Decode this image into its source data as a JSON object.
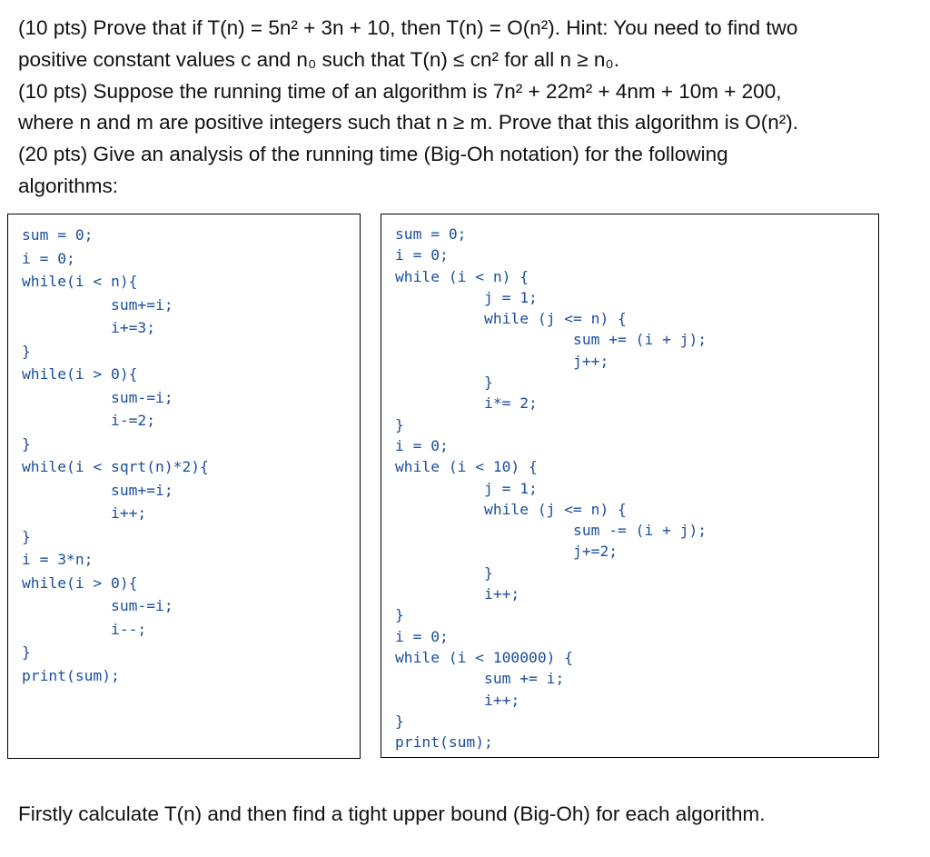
{
  "questions": [
    "(10 pts) Prove that if T(n) = 5n² + 3n + 10, then T(n) = O(n²). Hint: You need to find two",
    "positive constant values c and n₀ such that T(n) ≤ cn² for all n ≥ n₀.",
    "(10 pts) Suppose the running time of an algorithm is 7n² + 22m² + 4nm + 10m + 200,",
    "where n and m are positive integers such that n ≥ m. Prove that this algorithm is O(n²).",
    "(20 pts) Give an analysis of the running time (Big-Oh notation) for the following",
    "algorithms:"
  ],
  "code_left": [
    "sum = 0;",
    "i = 0;",
    "while(i < n){",
    "          sum+=i;",
    "          i+=3;",
    "}",
    "while(i > 0){",
    "          sum-=i;",
    "          i-=2;",
    "}",
    "while(i < sqrt(n)*2){",
    "          sum+=i;",
    "          i++;",
    "}",
    "i = 3*n;",
    "while(i > 0){",
    "          sum-=i;",
    "          i--;",
    "}",
    "print(sum);"
  ],
  "code_right": [
    "sum = 0;",
    "i = 0;",
    "while (i < n) {",
    "          j = 1;",
    "          while (j <= n) {",
    "                    sum += (i + j);",
    "                    j++;",
    "          }",
    "          i*= 2;",
    "}",
    "i = 0;",
    "while (i < 10) {",
    "          j = 1;",
    "          while (j <= n) {",
    "                    sum -= (i + j);",
    "                    j+=2;",
    "          }",
    "          i++;",
    "}",
    "i = 0;",
    "while (i < 100000) {",
    "          sum += i;",
    "          i++;",
    "}",
    "print(sum);"
  ],
  "footer": "Firstly calculate T(n) and then find a tight upper bound (Big-Oh) for each algorithm."
}
